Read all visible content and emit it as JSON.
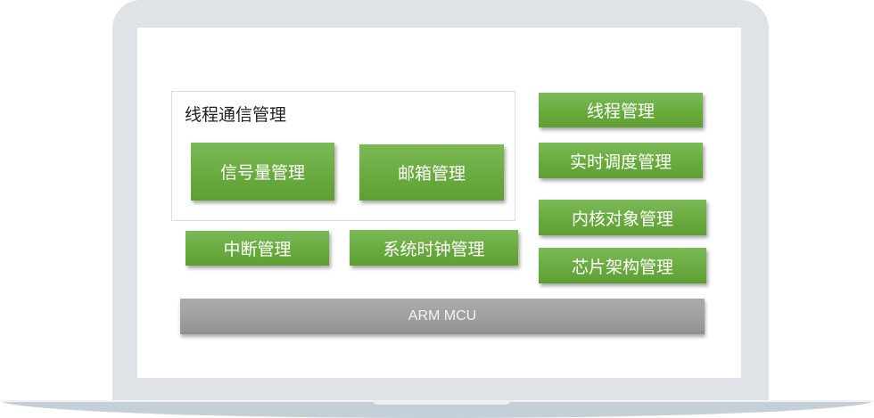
{
  "diagram": {
    "thread_comm_group": {
      "title": "线程通信管理",
      "items": [
        {
          "label": "信号量管理"
        },
        {
          "label": "邮箱管理"
        }
      ]
    },
    "lower_left": [
      {
        "label": "中断管理"
      },
      {
        "label": "系统时钟管理"
      }
    ],
    "right_column": [
      {
        "label": "线程管理"
      },
      {
        "label": "实时调度管理"
      },
      {
        "label": "内核对象管理"
      },
      {
        "label": "芯片架构管理"
      }
    ],
    "hardware_layer": {
      "label": "ARM MCU"
    }
  },
  "colors": {
    "module_green": "#6aab40",
    "hardware_gray": "#9e9e9e",
    "laptop_frame": "#dfe2e6",
    "laptop_base": "#c5cfd8"
  }
}
